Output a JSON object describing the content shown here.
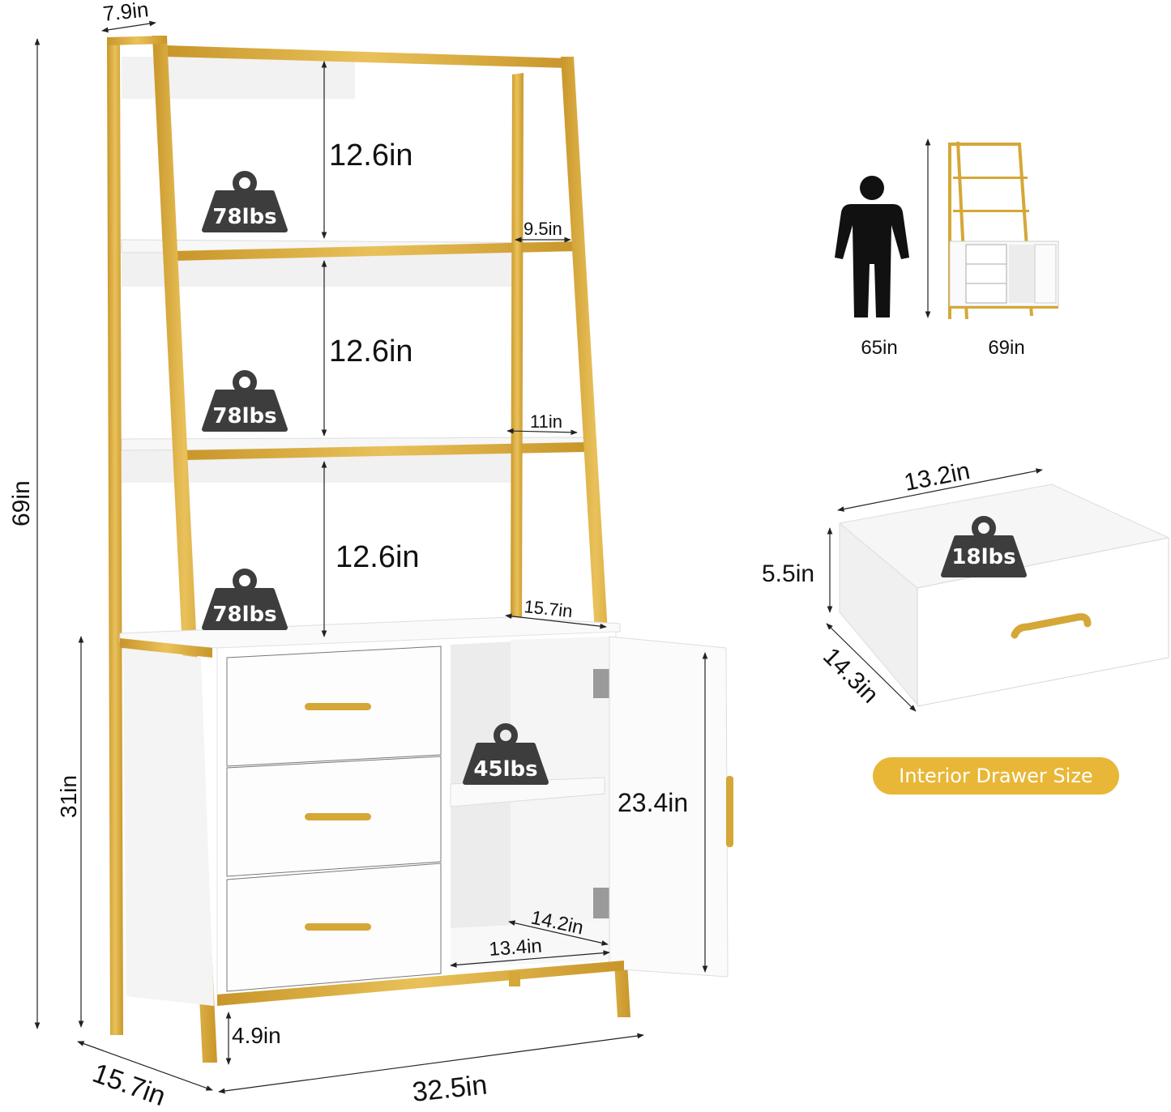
{
  "product": {
    "overall_height": "69in",
    "cabinet_height": "31in",
    "leg_clearance": "4.9in",
    "width": "32.5in",
    "depth": "15.7in",
    "top_shelf_depth": "7.9in",
    "shelf_spacing": [
      "12.6in",
      "12.6in",
      "12.6in"
    ],
    "shelf_depths": [
      "9.5in",
      "11in",
      "15.7in"
    ],
    "shelf_load": [
      "78lbs",
      "78lbs",
      "78lbs"
    ],
    "cabinet": {
      "door_height": "23.4in",
      "interior_depth": "14.2in",
      "interior_width": "13.4in",
      "shelf_load": "45lbs"
    }
  },
  "height_comparison": {
    "person_label": "65in",
    "furniture_label": "69in"
  },
  "drawer": {
    "width": "13.2in",
    "height": "5.5in",
    "depth": "14.3in",
    "load": "18lbs",
    "caption": "Interior Drawer Size"
  },
  "colors": {
    "gold": "#d9ab3c",
    "white_panel": "#ffffff",
    "badge": "#e8b737",
    "weight_icon": "#3d3d3d"
  }
}
